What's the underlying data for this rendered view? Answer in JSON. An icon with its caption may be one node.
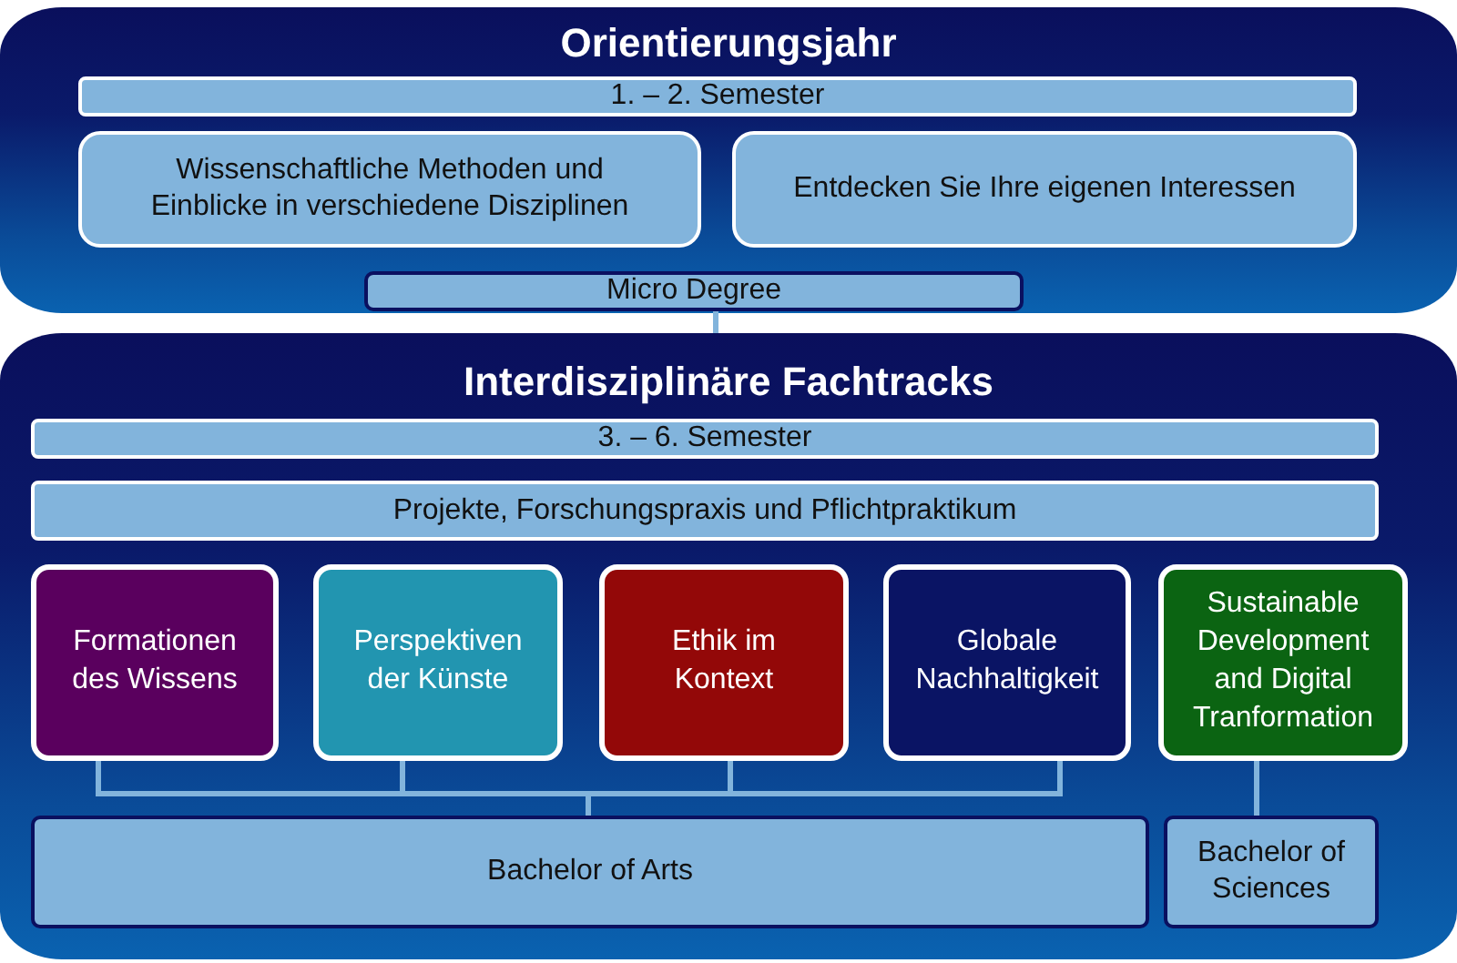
{
  "diagram": {
    "nodes": [
      {
        "text": [
          "Orientierungsjahr"
        ]
      },
      {
        "text": [
          "1. – 2. Semester"
        ],
        "in": 0
      },
      {
        "text": [
          "Wissenschaftliche Methoden und Einblicke in verschiedene Disziplinen"
        ],
        "in": 0
      },
      {
        "text": [
          "Entdecken Sie Ihre eigenen Interessen"
        ],
        "in": 0
      },
      {
        "text": [
          "Micro Degree"
        ],
        "in": 0
      },
      {
        "text": [
          "Interdisziplinäre Fachtracks"
        ]
      },
      {
        "text": [
          "3. – 6. Semester"
        ],
        "in": 5
      },
      {
        "text": [
          "Projekte, Forschungspraxis und Pflichtpraktikum"
        ],
        "in": 5
      },
      {
        "text": [
          "Formationen des Wissens"
        ],
        "in": 5
      },
      {
        "text": [
          "Perspektiven der Künste"
        ],
        "in": 5
      },
      {
        "text": [
          "Ethik im Kontext"
        ],
        "in": 5
      },
      {
        "text": [
          "Globale Nachhaltigkeit"
        ],
        "in": 5
      },
      {
        "text": [
          "Sustainable Development and Digital Tranformation"
        ],
        "in": 5
      },
      {
        "text": [
          "Bachelor of Arts"
        ],
        "in": 5
      },
      {
        "text": [
          "Bachelor of Sciences"
        ],
        "in": 5
      }
    ],
    "edges": [
      {
        "from": 4,
        "to": 5,
        "arrow": "none"
      },
      {
        "from": 8,
        "to": 13,
        "arrow": "none"
      },
      {
        "from": 9,
        "to": 13,
        "arrow": "none"
      },
      {
        "from": 10,
        "to": 13,
        "arrow": "none"
      },
      {
        "from": 11,
        "to": 13,
        "arrow": "none"
      },
      {
        "from": 12,
        "to": 14,
        "arrow": "none"
      }
    ]
  }
}
